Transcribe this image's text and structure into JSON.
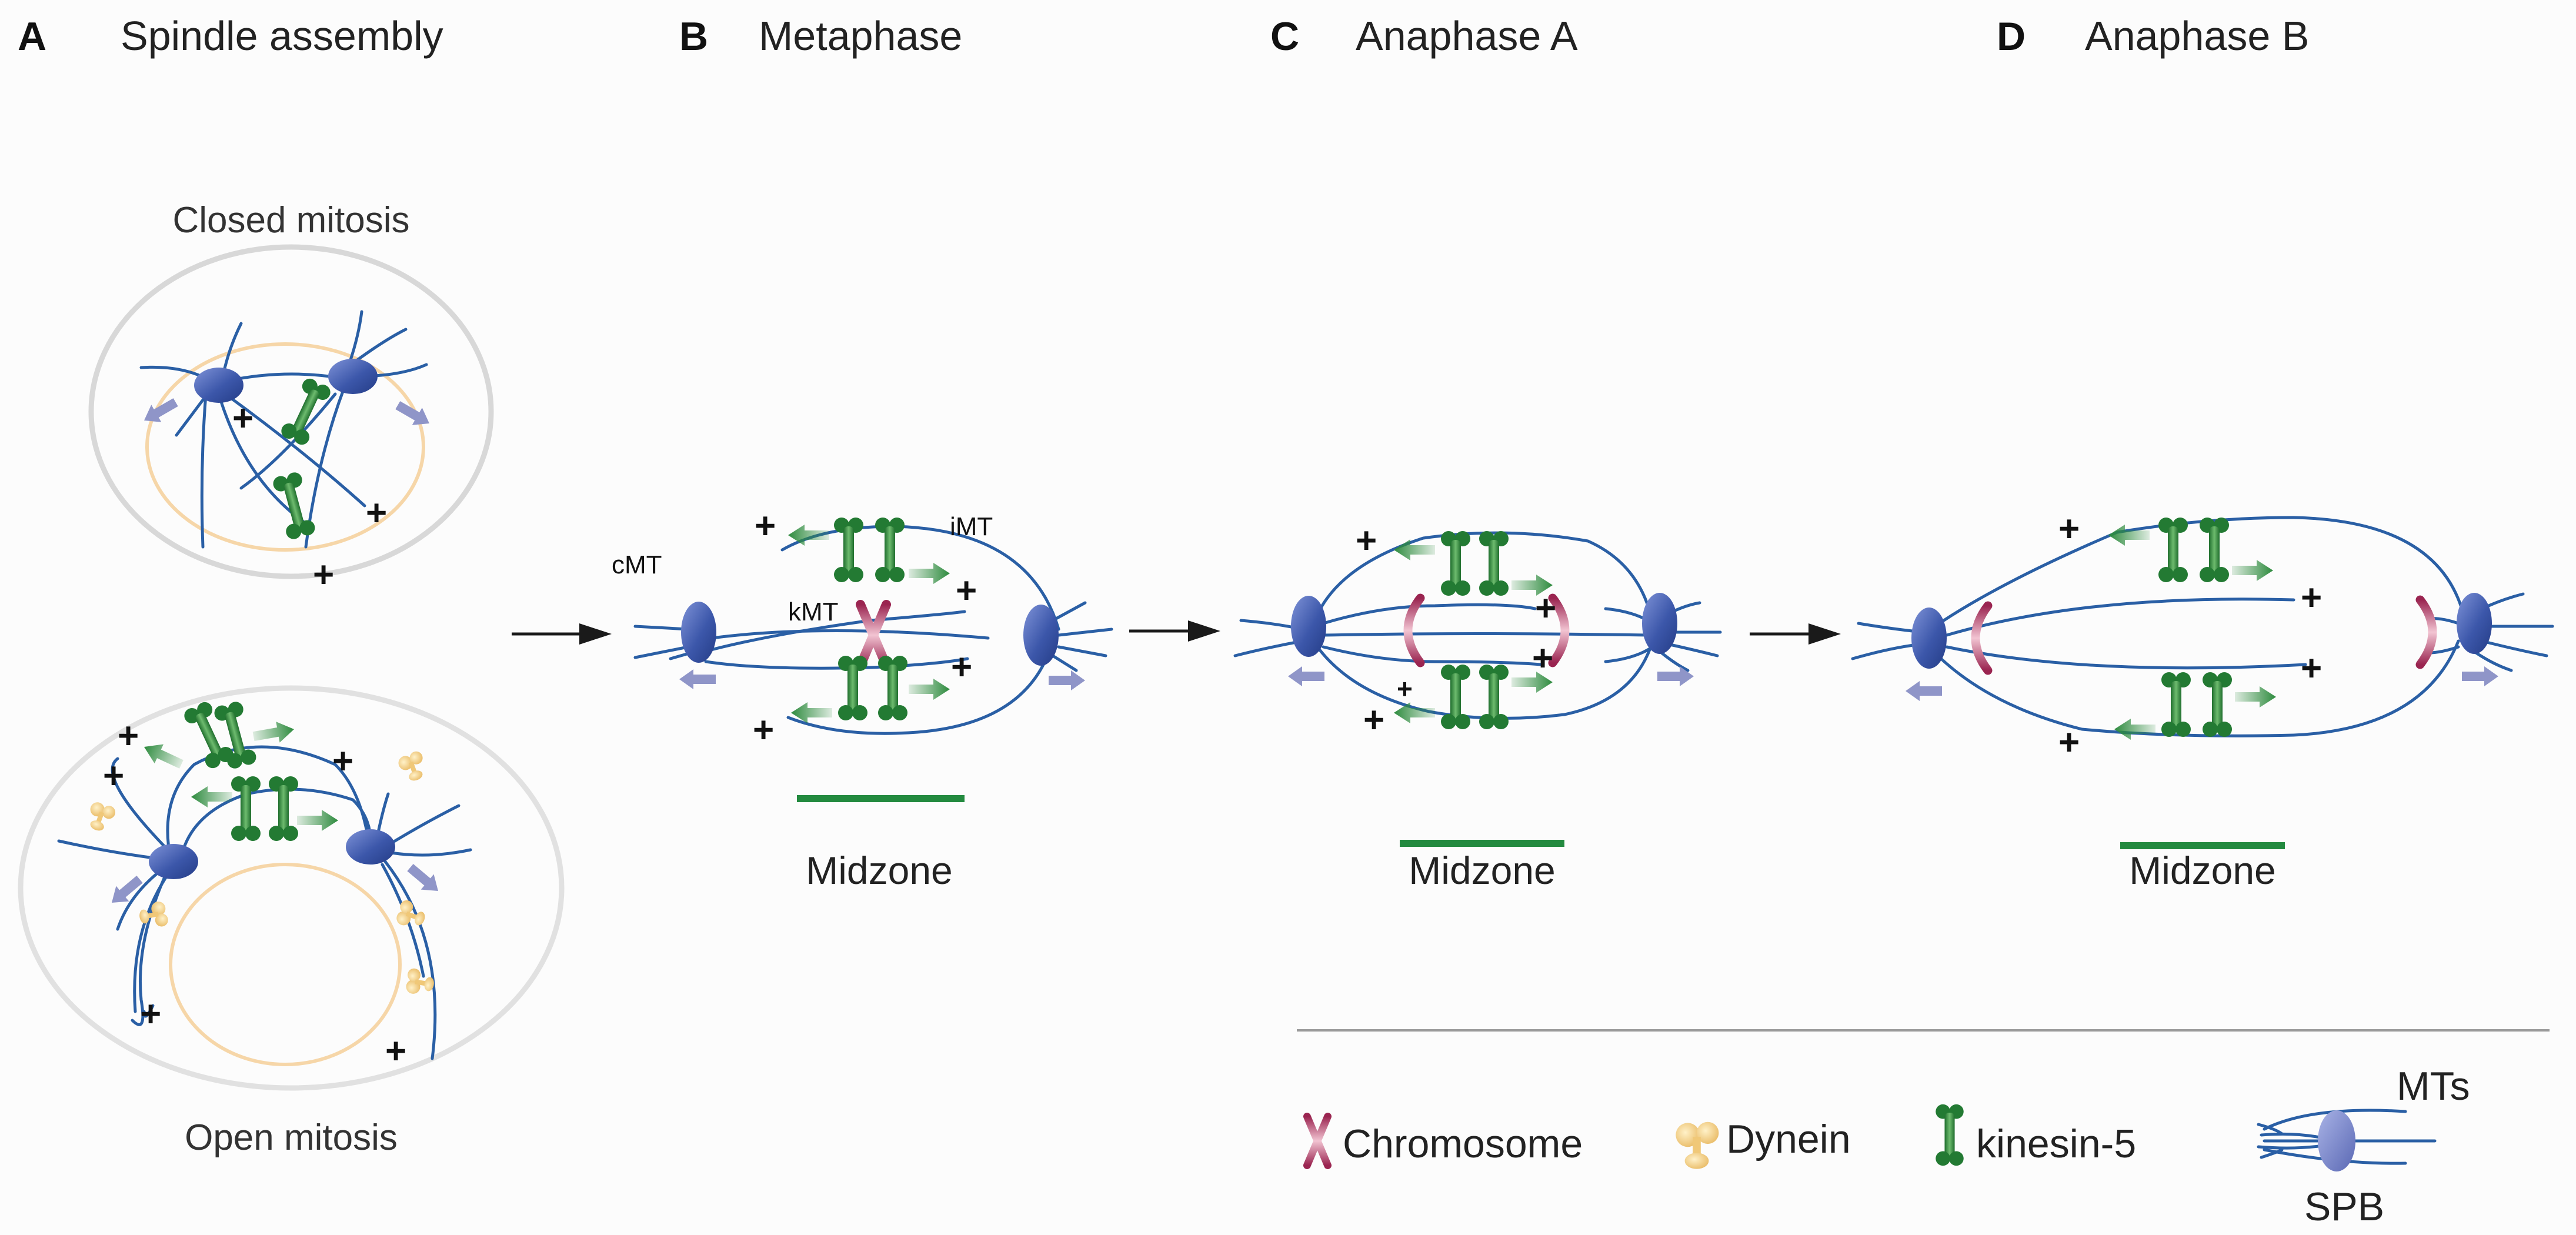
{
  "panels": [
    {
      "letter": "A",
      "title": "Spindle assembly"
    },
    {
      "letter": "B",
      "title": "Metaphase"
    },
    {
      "letter": "C",
      "title": "Anaphase A"
    },
    {
      "letter": "D",
      "title": "Anaphase B"
    }
  ],
  "subtitles": {
    "closed": "Closed mitosis",
    "open": "Open mitosis"
  },
  "labels": {
    "cmt": "cMT",
    "kmt": "kMT",
    "imt": "iMT",
    "midzone": "Midzone",
    "plus": "+"
  },
  "legend": {
    "chromosome": "Chromosome",
    "dynein": "Dynein",
    "kinesin": "kinesin-5",
    "mts": "MTs",
    "spb": "SPB"
  },
  "colors": {
    "microtubule": "#2a5fa5",
    "spb": "#3a55a5",
    "kinesin": "#2e8b3e",
    "chromosome": "#a8325a",
    "dynein": "#f0c878",
    "push_arrow": "#8f95c8",
    "midzone": "#238a3f"
  }
}
